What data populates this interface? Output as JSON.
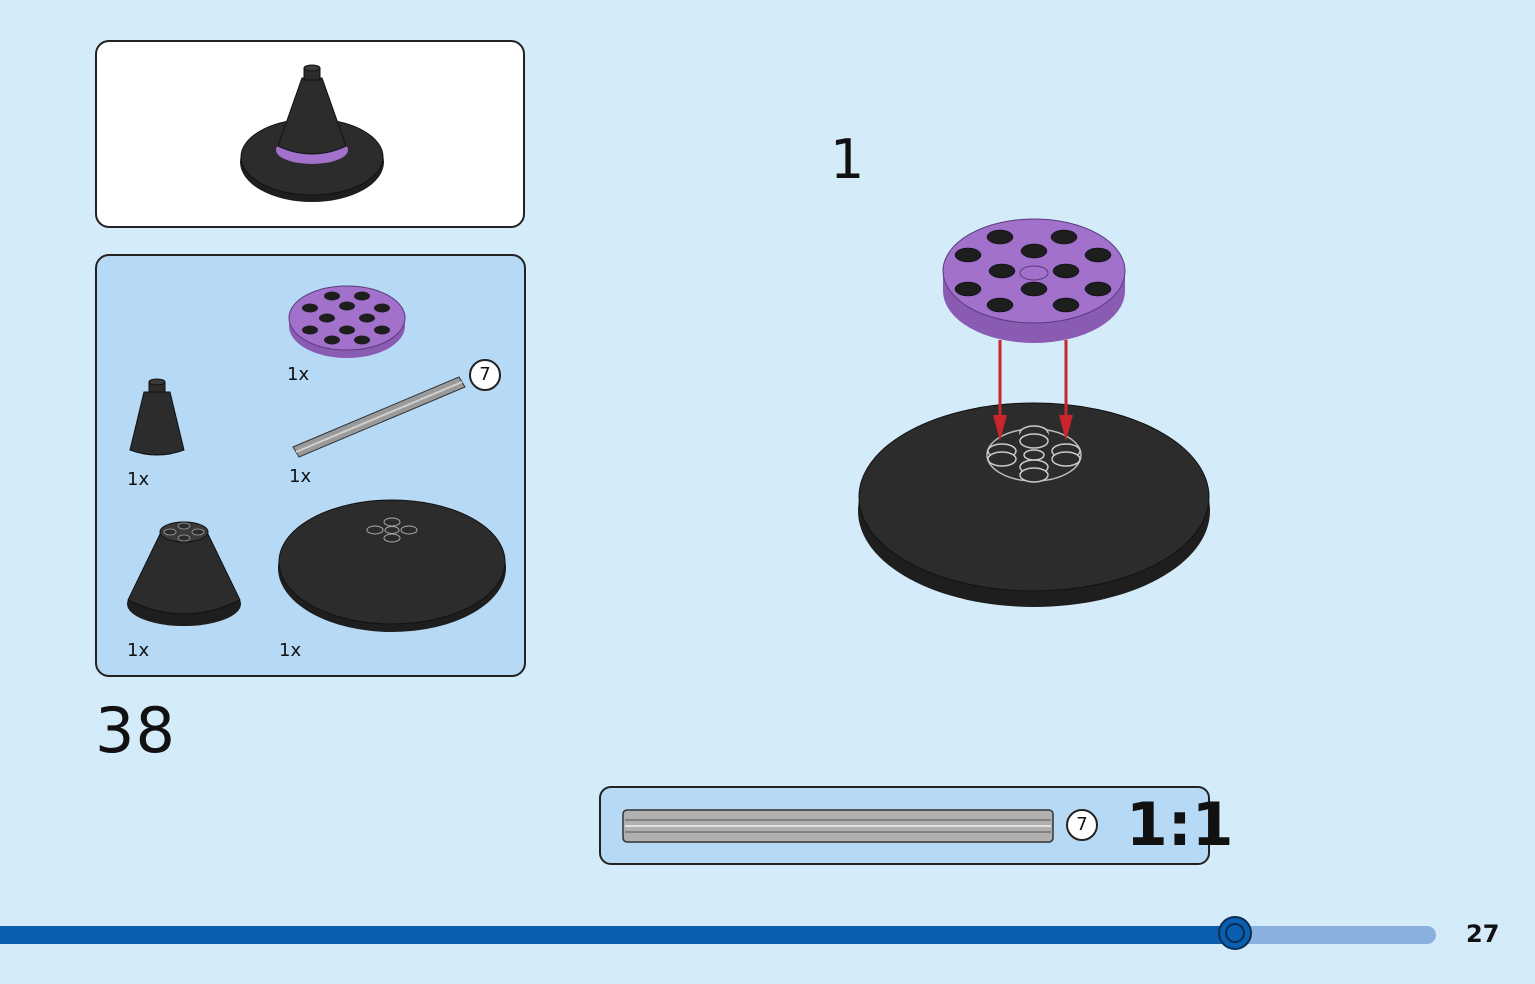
{
  "parts_list": {
    "items": [
      {
        "name": "round-plate-4x4-purple",
        "qty": "1x"
      },
      {
        "name": "axle-7",
        "qty": "1x",
        "callout": "7"
      },
      {
        "name": "cone-small-black",
        "qty": "1x"
      },
      {
        "name": "cone-large-black",
        "qty": "1x"
      },
      {
        "name": "round-base-plate-black",
        "qty": "1x"
      }
    ]
  },
  "step": {
    "page_step_number": "38",
    "sub_step_number": "1"
  },
  "scale_box": {
    "callout": "7",
    "scale_label": "1:1"
  },
  "footer": {
    "page_number": "27",
    "progress_fraction": 0.86
  },
  "colors": {
    "background": "#d4ebfa",
    "panel": "#b6d9f5",
    "purple": "#a271cc",
    "black_part": "#2a2a2a",
    "arrow_red": "#c8262c",
    "progress_dark": "#0a5fb0",
    "progress_light": "#8ab0e0"
  }
}
